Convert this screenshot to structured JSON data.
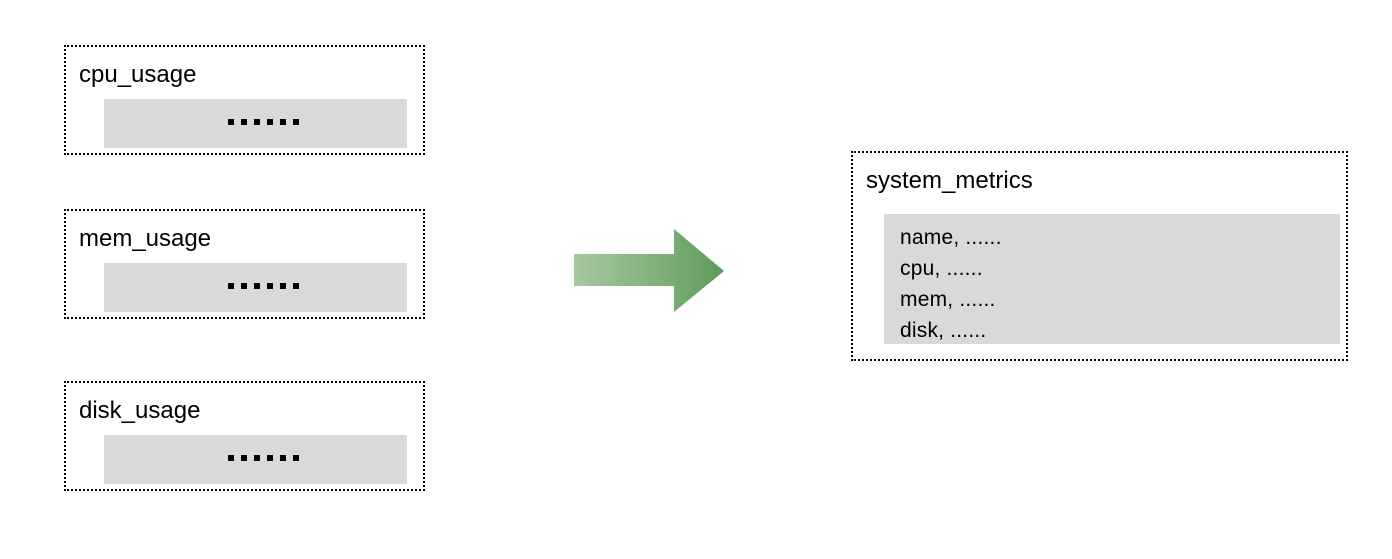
{
  "diagram": {
    "type": "data-flow-merge",
    "background_color": "#ffffff",
    "panel_fill_color": "#d9d9d9",
    "border_color": "#000000",
    "sources": [
      {
        "title": "cpu_usage",
        "body_placeholder": "......"
      },
      {
        "title": "mem_usage",
        "body_placeholder": "......"
      },
      {
        "title": "disk_usage",
        "body_placeholder": "......"
      }
    ],
    "connector": {
      "icon": "right-arrow-icon",
      "direction": "right",
      "gradient_start_color": "#a9c7a2",
      "gradient_end_color": "#5d9b5a"
    },
    "target": {
      "title": "system_metrics",
      "fields": [
        "name, ......",
        "cpu, ......",
        "mem, ......",
        "disk, ......"
      ]
    }
  }
}
